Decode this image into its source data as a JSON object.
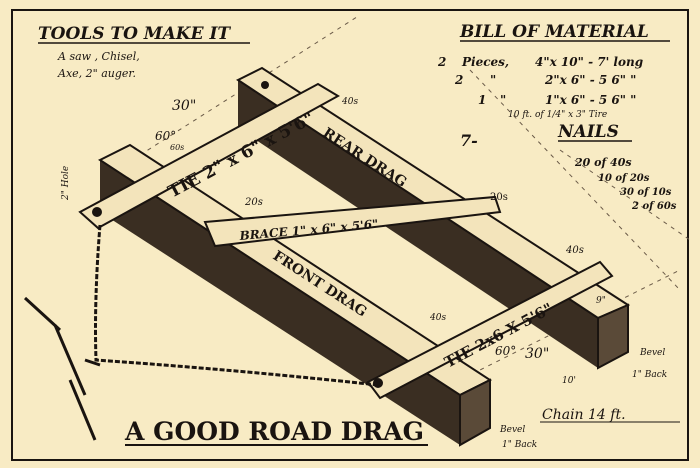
{
  "tools": {
    "title": "TOOLS TO MAKE IT",
    "line1": "A saw , Chisel,",
    "line2": "Axe, 2\" auger."
  },
  "bill": {
    "title": "BILL OF MATERIAL",
    "rows": [
      {
        "qty": "2",
        "unit": "Pieces,",
        "size": "4\"x 10\" - 7' long"
      },
      {
        "qty": "2",
        "unit": "\"",
        "size": "2\"x 6\" - 5 6\"  \""
      },
      {
        "qty": "1",
        "unit": "\"",
        "size": "1\"x 6\" - 5 6\"  \""
      }
    ],
    "tire": "10 ft. of 1/4\" x 3\" Tire",
    "mark": "7-"
  },
  "nails": {
    "title": "NAILS",
    "items": [
      "20 of 40s",
      "10 of 20s",
      "30 of 10s",
      "2 of 60s"
    ]
  },
  "parts": {
    "tie_top": "TIE 2\" x 6\" x 5'6\"",
    "tie_bottom": "TIE 2x6 X 5'6\"",
    "rear_drag": "REAR DRAG",
    "front_drag": "FRONT DRAG",
    "brace": "BRACE  1\" x 6\" x 5'6\""
  },
  "annotations": {
    "hole": "2\" Hole",
    "angle_top": "60°",
    "dim_top": "30\"",
    "nail_top": "60s",
    "nail_40_top": "40s",
    "nail_20_left": "20s",
    "nail_20_right": "20s",
    "nail_40_right": "40s",
    "nail_40_mid": "40s",
    "angle_bottom": "60°",
    "dim_bottom": "30\"",
    "dim_9": "9\"",
    "dim_10": "10'",
    "bevel1": "Bevel",
    "back1": "1\" Back",
    "bevel2": "Bevel",
    "back2": "1\" Back",
    "chain": "Chain  14 ft."
  },
  "title": "A GOOD ROAD DRAG",
  "colors": {
    "paper": "#f8ebc4",
    "ink": "#1a1410",
    "shade": "#3a2e22"
  }
}
